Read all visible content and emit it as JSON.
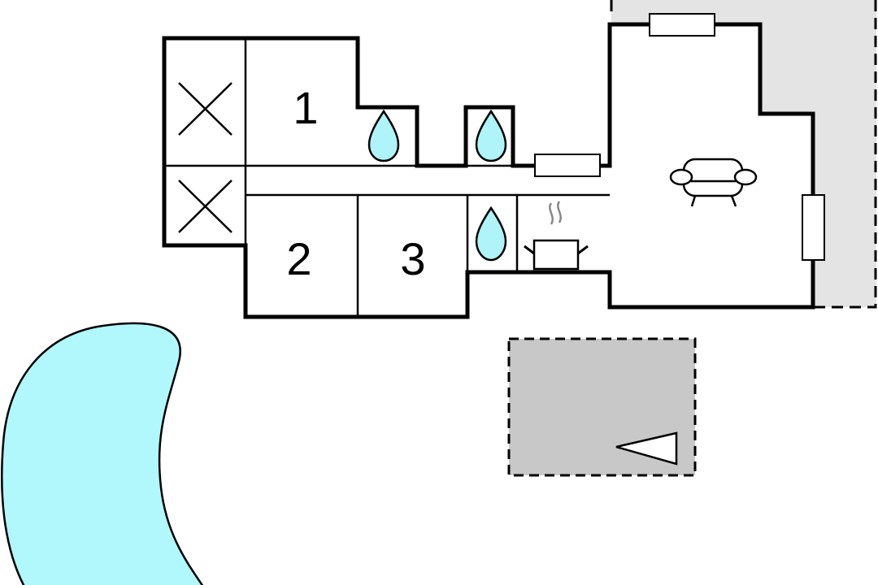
{
  "plan": {
    "rooms": [
      {
        "label": "1",
        "type": "bedroom"
      },
      {
        "label": "2",
        "type": "bedroom"
      },
      {
        "label": "3",
        "type": "bedroom"
      }
    ],
    "icons": [
      "bed-cross-icon",
      "water-drop-icon",
      "kitchen-pot-icon",
      "sofa-icon",
      "window-icon",
      "direction-arrow-icon"
    ]
  },
  "colors": {
    "pool": "#b0f8fc",
    "drop": "#aef4f8",
    "terrace": "#c8c8c8",
    "garden": "#e4e4e4",
    "wall": "#000000"
  }
}
